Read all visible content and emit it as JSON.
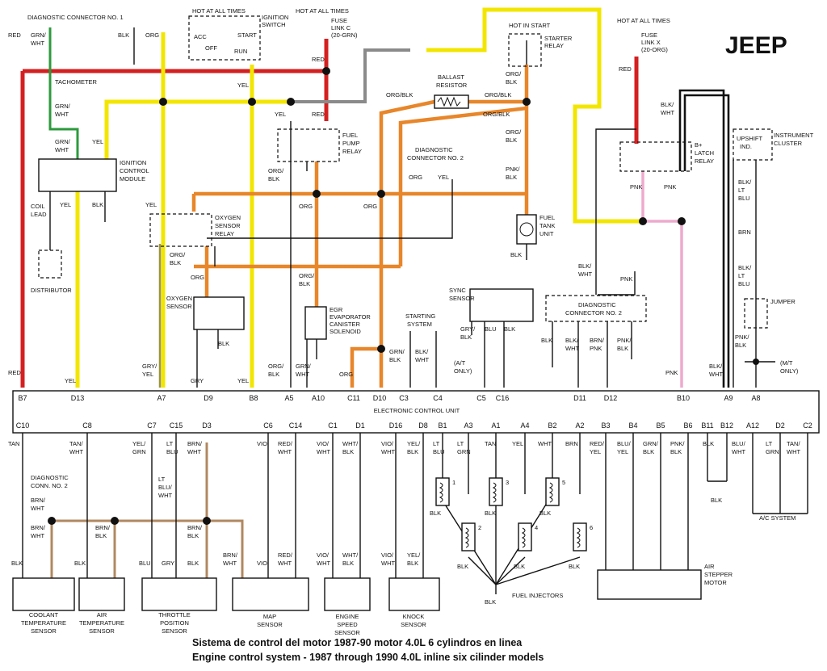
{
  "brand": "JEEP",
  "caption": {
    "es": "Sistema de control del motor 1987-90 motor 4.0L 6 cylindros en linea",
    "en": "Engine control system - 1987 through 1990 4.0L inline six cilinder models"
  },
  "colors": {
    "red": "#d42020",
    "yellow": "#f2e600",
    "orange": "#e8862a",
    "gray": "#8a8a8a",
    "pink": "#eeaacd",
    "brown": "#b08860",
    "green": "#2c9a3c",
    "olive": "#9a9450",
    "black": "#111111"
  },
  "ecu": {
    "label": "ELECTRONIC CONTROL UNIT",
    "top_pins": [
      "B7",
      "D13",
      "A7",
      "D9",
      "B8",
      "A5",
      "A10",
      "C11",
      "D10",
      "C3",
      "C4",
      "C5",
      "C16",
      "D11",
      "D12",
      "B10",
      "A9",
      "A8"
    ],
    "bottom_pins": [
      "C10",
      "C8",
      "C7",
      "C15",
      "D3",
      "C6",
      "C14",
      "C1",
      "D1",
      "D16",
      "D8",
      "B1",
      "A3",
      "A1",
      "A4",
      "B2",
      "A2",
      "B3",
      "B4",
      "B5",
      "B6",
      "B11",
      "B12",
      "A12",
      "D2",
      "C2"
    ]
  },
  "components": {
    "diag1": "DIAGNOSTIC CONNECTOR NO. 1",
    "hot_all": "HOT AT ALL TIMES",
    "ign1": "IGNITION",
    "ign2": "SWITCH",
    "acc": "ACC",
    "start": "START",
    "off": "OFF",
    "run": "RUN",
    "fuse_c1": "FUSE",
    "fuse_c2": "LINK C",
    "fuse_c3": "(20-GRN)",
    "hot_in_start": "HOT IN START",
    "starter1": "STARTER",
    "starter2": "RELAY",
    "fuse_x1": "FUSE",
    "fuse_x2": "LINK X",
    "fuse_x3": "(20-ORG)",
    "tachometer": "TACHOMETER",
    "ign_mod1": "IGNITION",
    "ign_mod2": "CONTROL",
    "ign_mod3": "MODULE",
    "coil1": "COIL",
    "coil2": "LEAD",
    "distributor": "DISTRIBUTOR",
    "ballast1": "BALLAST",
    "ballast2": "RESISTOR",
    "fuel_pump1": "FUEL",
    "fuel_pump2": "PUMP",
    "fuel_pump3": "RELAY",
    "diag2a": "DIAGNOSTIC",
    "diag2b": "CONNECTOR NO. 2",
    "fuel_tank1": "FUEL",
    "fuel_tank2": "TANK",
    "fuel_tank3": "UNIT",
    "b_plus1": "B+",
    "b_plus2": "LATCH",
    "b_plus3": "RELAY",
    "upshift1": "UPSHIFT",
    "upshift2": "IND.",
    "instr1": "INSTRUMENT",
    "instr2": "CLUSTER",
    "o2relay1": "OXYGEN",
    "o2relay2": "SENSOR",
    "o2relay3": "RELAY",
    "o2sensor1": "OXYGEN",
    "o2sensor2": "SENSOR",
    "egr1": "EGR",
    "egr2": "EVAPORATOR",
    "egr3": "CANISTER",
    "egr4": "SOLENOID",
    "starting1": "STARTING",
    "starting2": "SYSTEM",
    "sync1": "SYNC",
    "sync2": "SENSOR",
    "jumper": "JUMPER",
    "at_only1": "(A/T",
    "at_only2": "ONLY)",
    "mt_only1": "(M/T",
    "mt_only2": "ONLY)",
    "diag_conn2a": "DIAGNOSTIC",
    "diag_conn2b": "CONN. NO. 2",
    "coolant1": "COOLANT",
    "coolant2": "TEMPERATURE",
    "coolant3": "SENSOR",
    "air1": "AIR",
    "air2": "TEMPERATURE",
    "air3": "SENSOR",
    "throttle1": "THROTTLE",
    "throttle2": "POSITION",
    "throttle3": "SENSOR",
    "map1": "MAP",
    "map2": "SENSOR",
    "speed1": "ENGINE",
    "speed2": "SPEED",
    "speed3": "SENSOR",
    "knock1": "KNOCK",
    "knock2": "SENSOR",
    "injectors": "FUEL INJECTORS",
    "stepper1": "AIR",
    "stepper2": "STEPPER",
    "stepper3": "MOTOR",
    "ac_system": "A/C SYSTEM"
  },
  "wire_labels": {
    "red": "RED",
    "grn_wht1": "GRN/",
    "grn_wht2": "WHT",
    "blk": "BLK",
    "org": "ORG",
    "yel": "YEL",
    "org_blk1": "ORG/",
    "org_blk2": "BLK",
    "org_blk": "ORG/BLK",
    "pnk": "PNK",
    "pnk_blk1": "PNK/",
    "pnk_blk2": "BLK",
    "blk_wht1": "BLK/",
    "blk_wht2": "WHT",
    "blk_lt_blu1": "BLK/",
    "blk_lt_blu2": "LT",
    "blk_lt_blu3": "BLU",
    "brn": "BRN",
    "pnk_blk_a": "PNK/",
    "pnk_blk_b": "BLK",
    "gry_yel1": "GRY/",
    "gry_yel2": "YEL",
    "gry": "GRY",
    "grn_blk1": "GRN/",
    "grn_blk2": "BLK",
    "grn_wht_b1": "GRN/",
    "grn_wht_b2": "WHT",
    "blk_wht_s1": "BLK/",
    "blk_wht_s2": "WHT",
    "gry_blk1": "GRY/",
    "gry_blk2": "BLK",
    "blu": "BLU",
    "brn_pnk1": "BRN/",
    "brn_pnk2": "PNK",
    "tan": "TAN",
    "tan_wht1": "TAN/",
    "tan_wht2": "WHT",
    "yel_grn1": "YEL/",
    "yel_grn2": "GRN",
    "lt_blu1": "LT",
    "lt_blu2": "BLU",
    "brn_wht1": "BRN/",
    "brn_wht2": "WHT",
    "vio": "VIO",
    "red_wht1": "RED/",
    "red_wht2": "WHT",
    "vio_wht1": "VIO/",
    "vio_wht2": "WHT",
    "wht_blk1": "WHT/",
    "wht_blk2": "BLK",
    "yel_blk1": "YEL/",
    "yel_blk2": "BLK",
    "lt_blu_b1": "LT",
    "lt_blu_b2": "BLU",
    "lt_grn1": "LT",
    "lt_grn2": "GRN",
    "wht": "WHT",
    "red_yel1": "RED/",
    "red_yel2": "YEL",
    "blu_yel1": "BLU/",
    "blu_yel2": "YEL",
    "grn_blk_b1": "GRN/",
    "grn_blk_b2": "BLK",
    "pnk_blk_c1": "PNK/",
    "pnk_blk_c2": "BLK",
    "blu_wht1": "BLU/",
    "blu_wht2": "WHT",
    "lt_grn_b1": "LT",
    "lt_grn_b2": "GRN",
    "tan_wht_b1": "TAN/",
    "tan_wht_b2": "WHT",
    "brn_wht_c1": "BRN/",
    "brn_wht_c2": "WHT",
    "brn_blk1": "BRN/",
    "brn_blk2": "BLK",
    "lt_blu_wht1": "LT",
    "lt_blu_wht2": "BLU/",
    "lt_blu_wht3": "WHT",
    "blu_b": "BLU",
    "blk_blu": "BLK",
    "blk_a": "BLK"
  },
  "injector_numbers": [
    "1",
    "2",
    "3",
    "4",
    "5",
    "6"
  ]
}
